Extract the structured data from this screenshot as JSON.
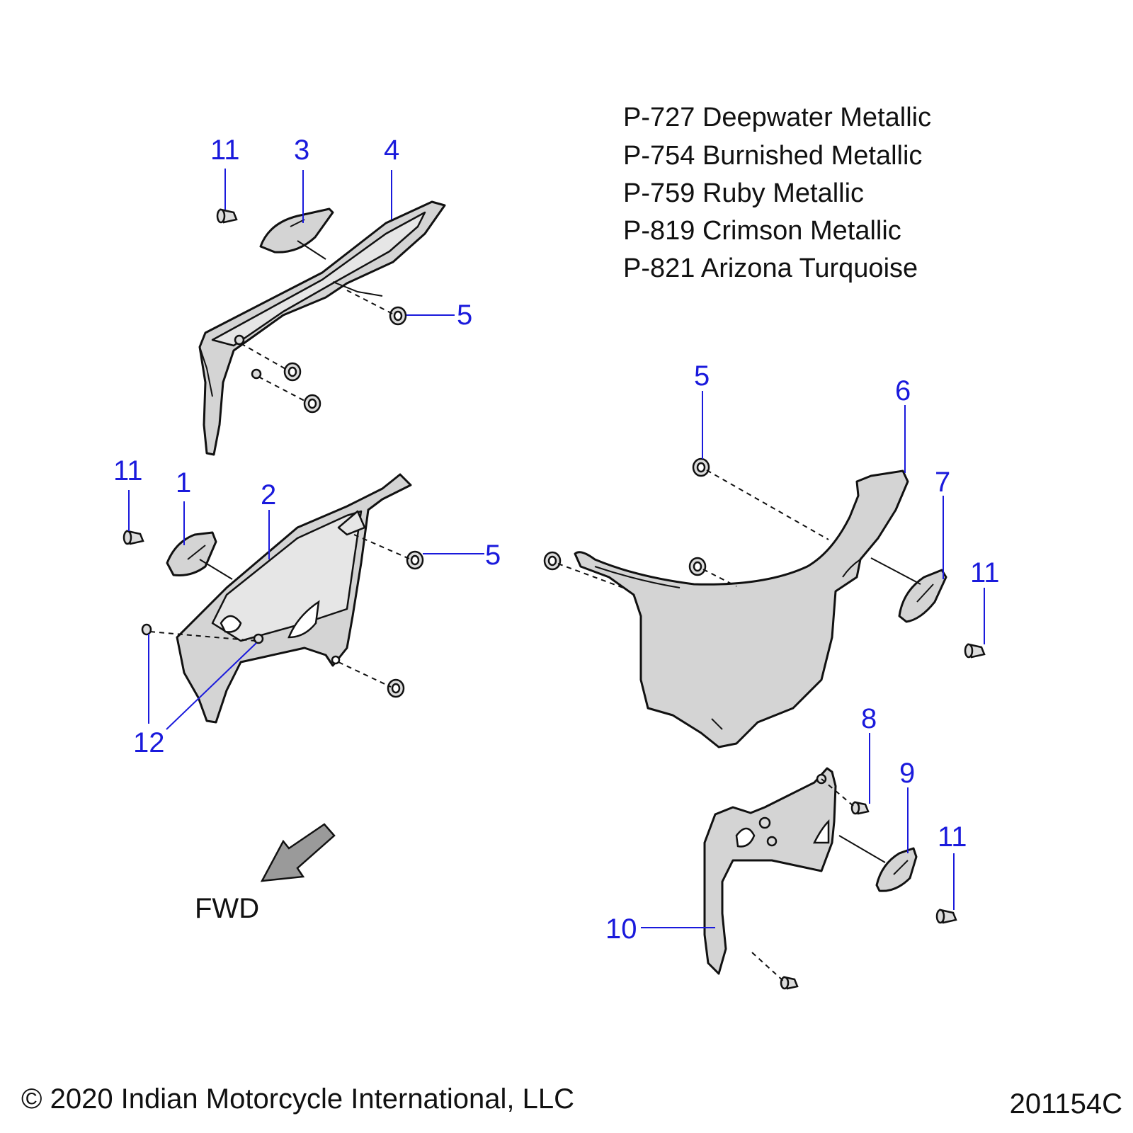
{
  "legend": {
    "lines": [
      "P-727 Deepwater Metallic",
      "P-754 Burnished Metallic",
      "P-759 Ruby Metallic",
      "P-819 Crimson Metallic",
      "P-821 Arizona Turquoise"
    ]
  },
  "callouts": [
    "11",
    "3",
    "4",
    "5",
    "5",
    "6",
    "11",
    "1",
    "2",
    "5",
    "7",
    "11",
    "12",
    "8",
    "9",
    "11",
    "10"
  ],
  "direction_label": "FWD",
  "copyright": "© 2020 Indian Motorcycle International, LLC",
  "drawing_number": "201154C",
  "colors": {
    "callout": "#1a1adc",
    "line": "#111111",
    "part_fill": "#d4d4d4",
    "arrow_fill": "#9a9a9a"
  }
}
